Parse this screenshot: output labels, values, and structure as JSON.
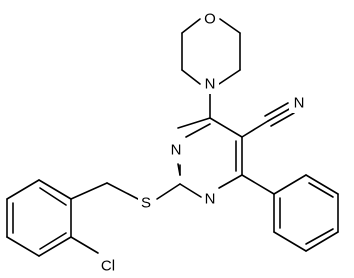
{
  "molecule": {
    "atoms": {
      "o_morpholine": "O",
      "n_morpholine": "N",
      "n_pyrimidine_1": "N",
      "n_pyrimidine_3": "N",
      "s_thioether": "S",
      "n_nitrile": "N",
      "cl": "Cl"
    }
  },
  "colors": {
    "bond": "#000000",
    "label": "#000000",
    "background": "#ffffff"
  }
}
